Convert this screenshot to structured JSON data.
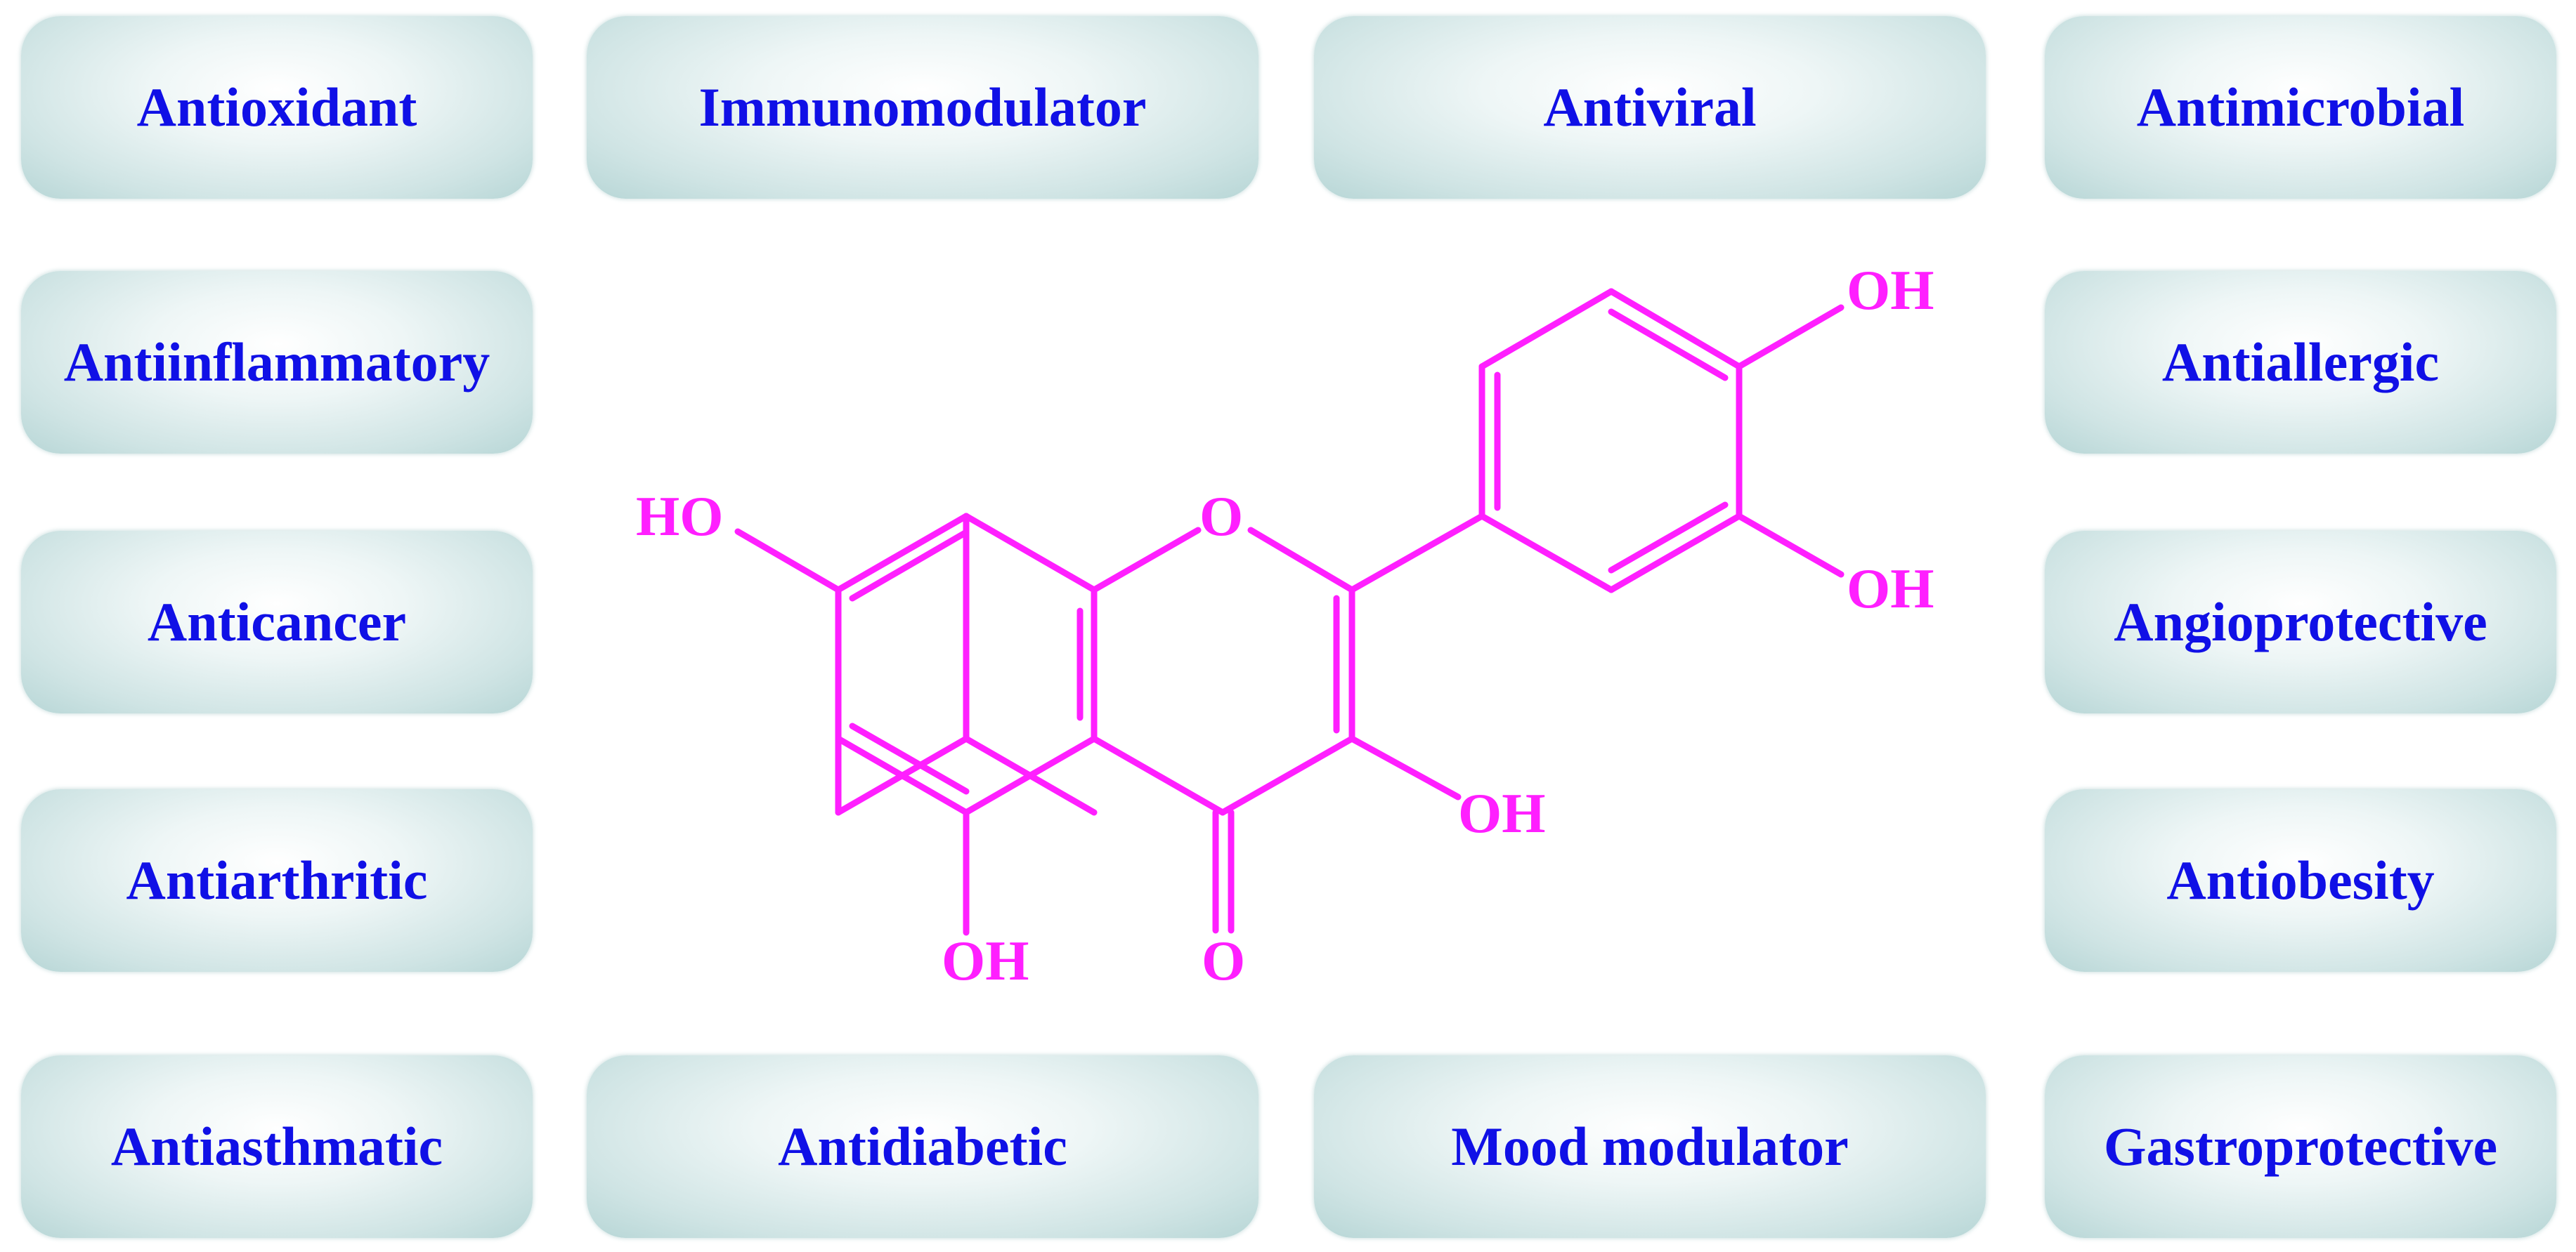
{
  "colors": {
    "label_text": "#1010e6",
    "molecule": "#ff1fff"
  },
  "activities": {
    "top": [
      "Antioxidant",
      "Immunomodulator",
      "Antiviral",
      "Antimicrobial"
    ],
    "left": [
      "Antiinflammatory",
      "Anticancer",
      "Antiarthritic"
    ],
    "right": [
      "Antiallergic",
      "Angioprotective",
      "Antiobesity"
    ],
    "bottom": [
      "Antiasthmatic",
      "Antidiabetic",
      "Mood modulator",
      "Gastroprotective"
    ]
  },
  "molecule": {
    "labels": {
      "ho_left": "HO",
      "o_ring": "O",
      "oh_top_right": "OH",
      "oh_right": "OH",
      "oh_3": "OH",
      "oh_5": "OH",
      "o_carbonyl": "O"
    }
  }
}
